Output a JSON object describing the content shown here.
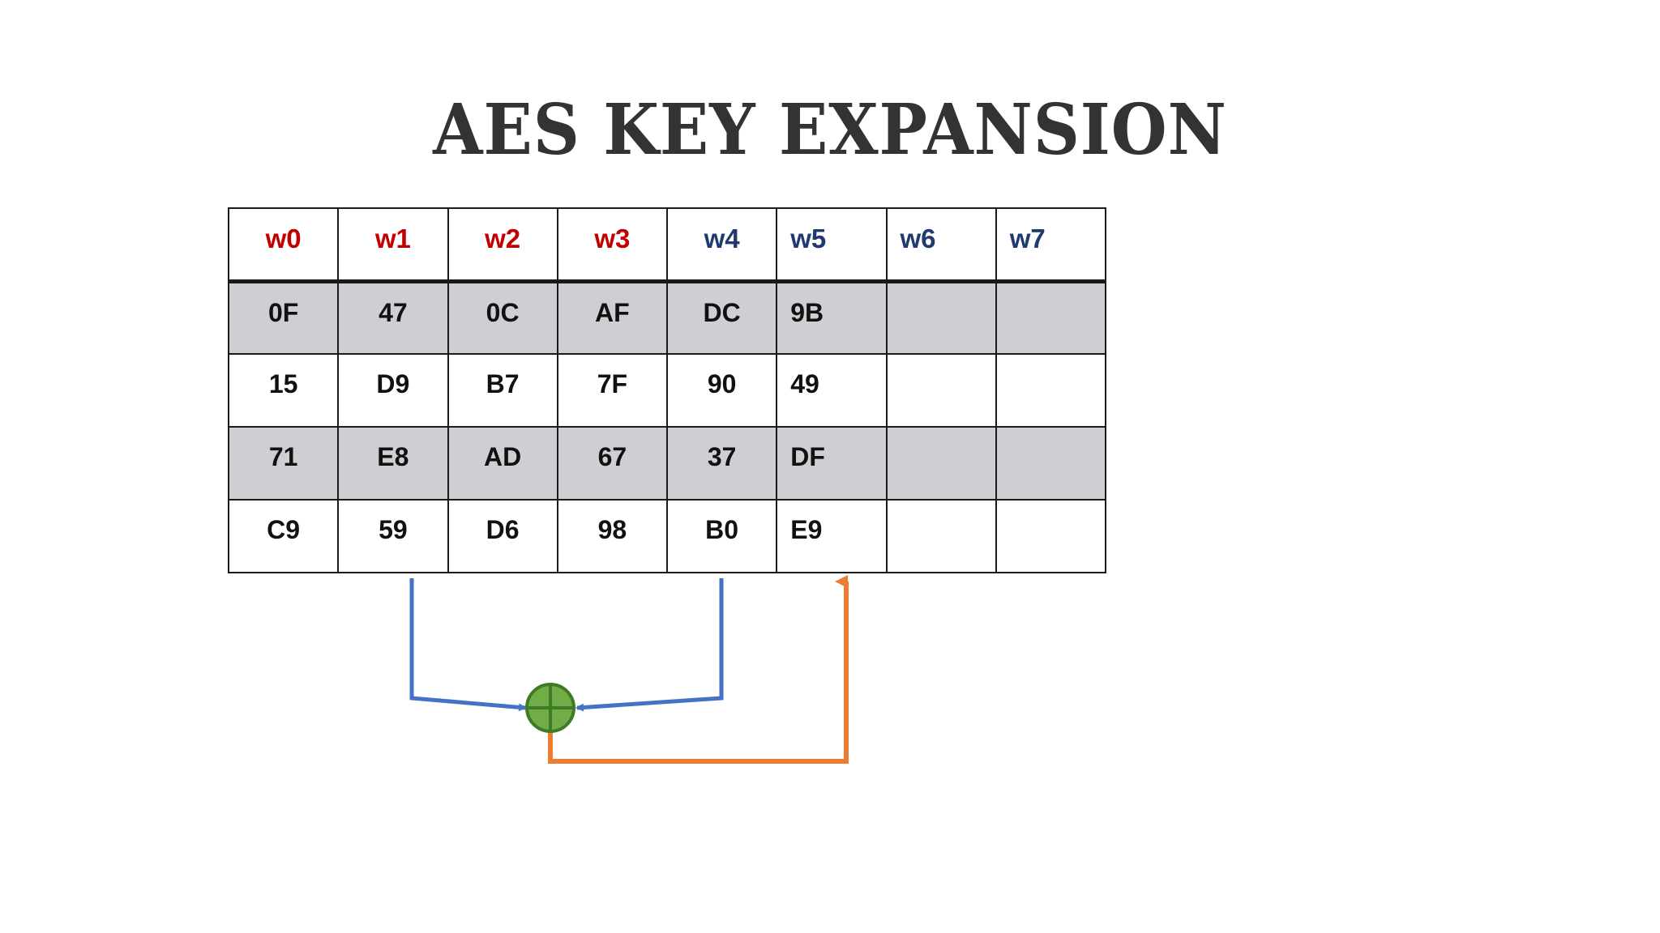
{
  "title": "AES KEY EXPANSION",
  "colors": {
    "original_words": "#c00000",
    "derived_words": "#1f3a6e",
    "shaded_row": "#cfcfd3",
    "input_arrow": "#4472c4",
    "output_arrow": "#ed7d31",
    "xor_fill": "#70ad47",
    "xor_stroke": "#3f7a25"
  },
  "table": {
    "headers": [
      "w0",
      "w1",
      "w2",
      "w3",
      "w4",
      "w5",
      "w6",
      "w7"
    ],
    "rows": [
      [
        "0F",
        "47",
        "0C",
        "AF",
        "DC",
        "9B",
        "",
        ""
      ],
      [
        "15",
        "D9",
        "B7",
        "7F",
        "90",
        "49",
        "",
        ""
      ],
      [
        "71",
        "E8",
        "AD",
        "67",
        "37",
        "DF",
        "",
        ""
      ],
      [
        "C9",
        "59",
        "D6",
        "98",
        "B0",
        "E9",
        "",
        ""
      ]
    ]
  },
  "diagram": {
    "xor_symbol": "xor-circle-plus",
    "inputs": [
      "w1",
      "w4"
    ],
    "output": "w5"
  }
}
